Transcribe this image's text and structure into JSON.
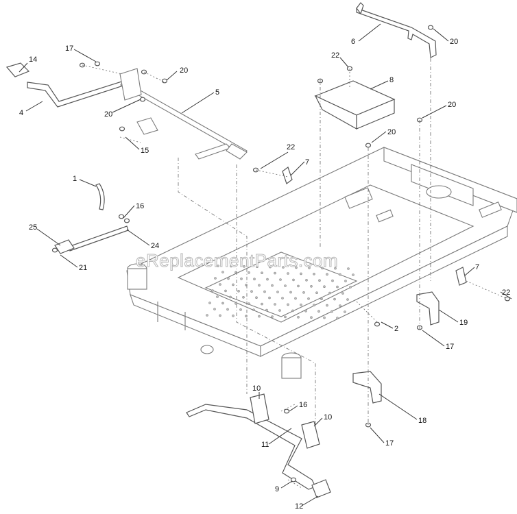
{
  "watermark": "eReplacementParts.com",
  "callouts": [
    "14",
    "17",
    "20",
    "4",
    "20",
    "5",
    "15",
    "1",
    "16",
    "25",
    "24",
    "21",
    "6",
    "20",
    "22",
    "8",
    "20",
    "20",
    "22",
    "7",
    "7",
    "22",
    "2",
    "19",
    "17",
    "18",
    "10",
    "16",
    "10",
    "11",
    "9",
    "12",
    "17"
  ],
  "colors": {
    "line": "#7a7a7a",
    "text": "#111111",
    "background": "#ffffff"
  }
}
